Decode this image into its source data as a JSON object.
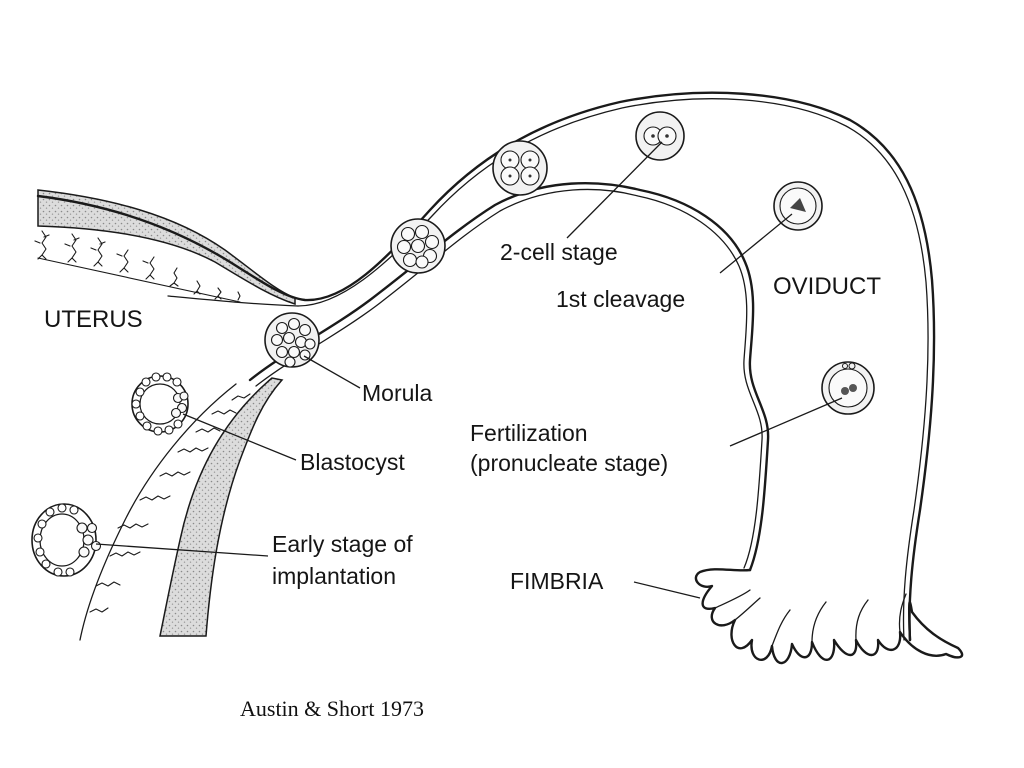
{
  "labels": {
    "uterus": "UTERUS",
    "oviduct": "OVIDUCT",
    "two_cell": "2-cell stage",
    "first_cleavage": "1st cleavage",
    "morula": "Morula",
    "blastocyst": "Blastocyst",
    "fertilization_line1": "Fertilization",
    "fertilization_line2": "(pronucleate stage)",
    "early_stage_line1": "Early stage of",
    "early_stage_line2": "implantation",
    "fimbria": "FIMBRIA"
  },
  "caption": "Austin & Short 1973"
}
